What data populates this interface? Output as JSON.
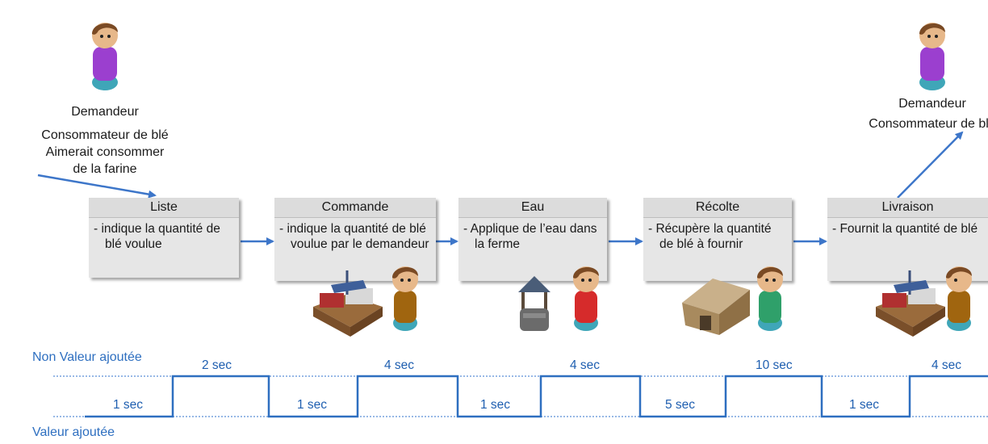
{
  "requester_left": {
    "title": "Demandeur",
    "lines": [
      "Consommateur de blé",
      "Aimerait consommer",
      "de la farine"
    ]
  },
  "requester_right": {
    "title": "Demandeur",
    "lines": [
      "Consommateur de blé"
    ]
  },
  "stages": [
    {
      "title": "Liste",
      "desc": "- indique la quantité de blé voulue"
    },
    {
      "title": "Commande",
      "desc": "- indique la quantité de blé voulue par le demandeur"
    },
    {
      "title": "Eau",
      "desc": "- Applique de l’eau dans la ferme"
    },
    {
      "title": "Récolte",
      "desc": "- Récupère la quantité de blé à fournir"
    },
    {
      "title": "Livraison",
      "desc": "- Fournit la quantité de blé"
    }
  ],
  "timeline": {
    "non_value_label": "Non Valeur ajoutée",
    "value_label": "Valeur ajoutée",
    "value_added": [
      "1 sec",
      "1 sec",
      "1 sec",
      "5 sec",
      "1 sec"
    ],
    "non_value_added": [
      "2 sec",
      "4 sec",
      "4 sec",
      "10 sec",
      "4 sec"
    ]
  },
  "colors": {
    "arrow": "#3d76c9",
    "timeline": "#2e6fc0",
    "dotted": "#5b8fd6"
  },
  "icons": [
    "requester-figure-icon",
    "worker-figure-icon",
    "farm-icon",
    "well-icon",
    "barn-icon"
  ]
}
